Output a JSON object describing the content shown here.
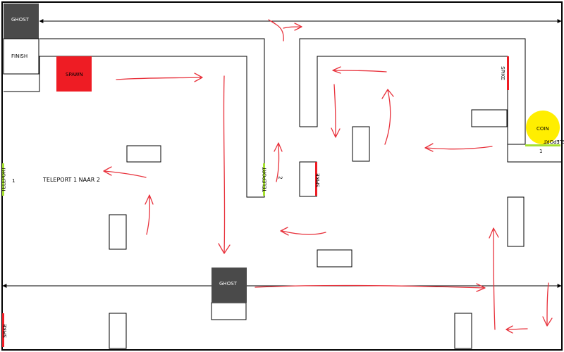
{
  "level": {
    "ghost_top_label": "GHOST",
    "finish_label": "FINISH",
    "spawn_label": "SPAWN",
    "ghost_bottom_label": "GHOST",
    "coin_label": "COIN",
    "teleport_left_label": "TELEPORT",
    "teleport_left_number": "1",
    "teleport_mid_label": "TELEPORT",
    "teleport_mid_number": "2",
    "teleport_right_label": "TELEPORT",
    "teleport_right_number": "1",
    "teleport_note": "TELEPORT 1 NAAR 2",
    "spike_top_right_label": "SPIKE",
    "spike_mid_label": "SPIKE",
    "spike_bottom_left_label": "SPIKE"
  },
  "colors": {
    "wall": "#000000",
    "ghost": "#4a4a4a",
    "spawn": "#ee1c24",
    "spike": "#ee1c24",
    "teleport": "#a5e030",
    "coin": "#ffee00",
    "path_arrow": "#e8323c"
  }
}
